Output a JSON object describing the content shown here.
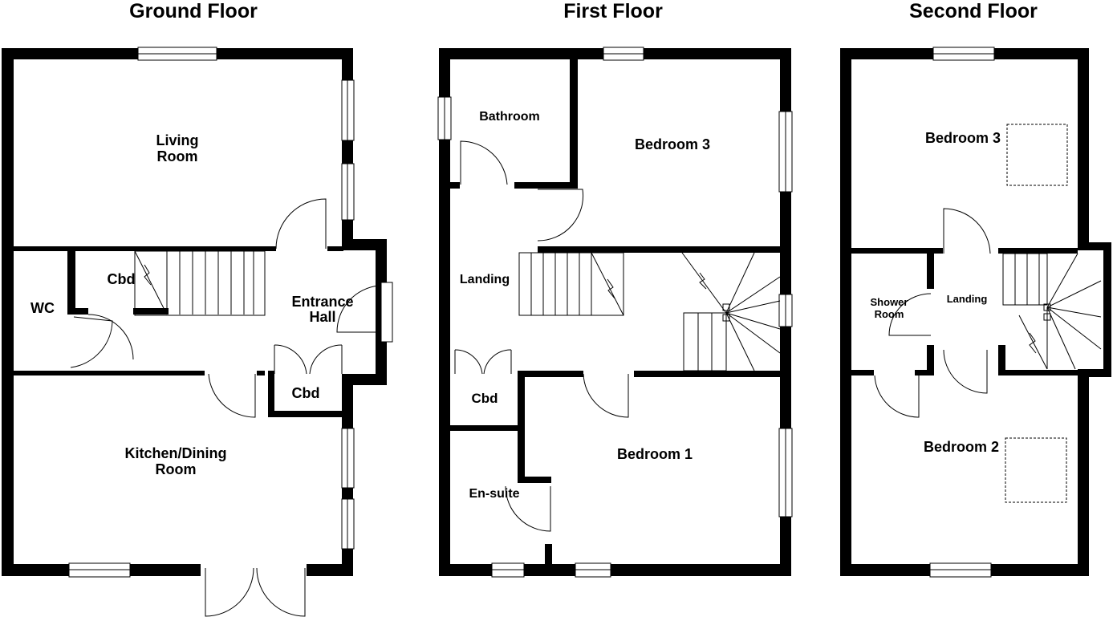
{
  "floors": [
    {
      "title": "Ground Floor",
      "rooms": [
        "Living",
        "Room",
        "WC",
        "Cbd",
        "Entrance",
        "Hall",
        "Cbd",
        "Kitchen/Dining",
        "Room"
      ]
    },
    {
      "title": "First Floor",
      "rooms": [
        "Bathroom",
        "Bedroom 3",
        "Landing",
        "Cbd",
        "Bedroom 1",
        "En-suite"
      ]
    },
    {
      "title": "Second Floor",
      "rooms": [
        "Bedroom 3",
        "Shower",
        "Room",
        "Landing",
        "Bedroom 2"
      ]
    }
  ]
}
